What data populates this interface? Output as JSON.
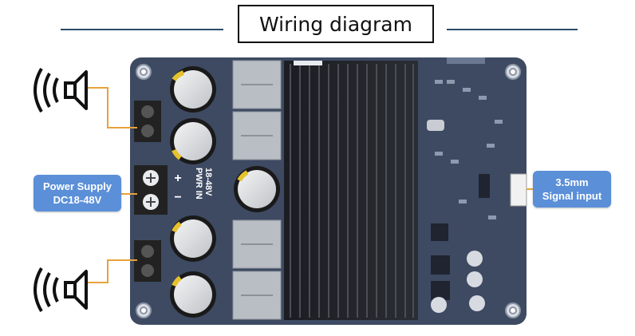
{
  "title": "Wiring diagram",
  "labels": {
    "power_supply_line1": "Power Supply",
    "power_supply_line2": "DC18-48V",
    "signal_line1": "3.5mm",
    "signal_line2": "Signal input"
  },
  "board_print": {
    "pwr_in": "PWR IN",
    "voltage": "18-48V",
    "plus": "+",
    "minus": "−"
  },
  "colors": {
    "pcb": "#3e4a62",
    "label_fill": "#5b8fd8",
    "wire": "#e8a23a",
    "title_rule": "#2c4a66"
  },
  "icons": [
    "speaker-icon",
    "speaker-icon"
  ]
}
